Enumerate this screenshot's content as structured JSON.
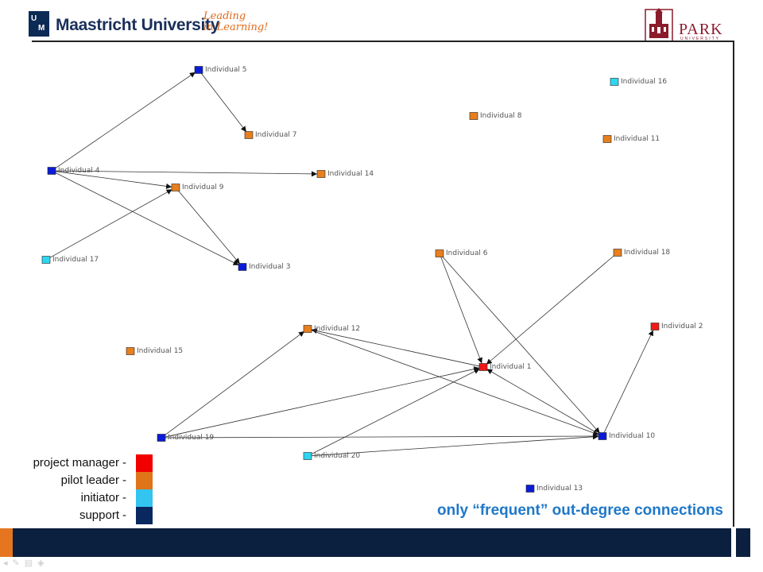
{
  "header": {
    "university_logo": {
      "mark_top": "U",
      "mark_bottom": "M",
      "name": "Maastricht University",
      "tagline": "Leading\nin Learning!"
    },
    "partner_logo": {
      "name": "PARK",
      "sub": "UNIVERSITY"
    }
  },
  "colors": {
    "project manager": "#f20000",
    "pilot leader": "#e07418",
    "initiator": "#33c4f0",
    "support": "#0a2860",
    "node_blue": "#0b1cd8",
    "node_orange": "#e87f1e",
    "node_cyan": "#2ed6f0",
    "node_red": "#f01818"
  },
  "chart_data": {
    "type": "network",
    "nodes": [
      {
        "id": "Individual 1",
        "role": "red"
      },
      {
        "id": "Individual 2",
        "role": "red"
      },
      {
        "id": "Individual 3",
        "role": "blue"
      },
      {
        "id": "Individual 4",
        "role": "blue"
      },
      {
        "id": "Individual 5",
        "role": "blue"
      },
      {
        "id": "Individual 6",
        "role": "orange"
      },
      {
        "id": "Individual 7",
        "role": "orange"
      },
      {
        "id": "Individual 8",
        "role": "orange"
      },
      {
        "id": "Individual 9",
        "role": "orange"
      },
      {
        "id": "Individual 10",
        "role": "blue"
      },
      {
        "id": "Individual 11",
        "role": "orange"
      },
      {
        "id": "Individual 12",
        "role": "orange"
      },
      {
        "id": "Individual 13",
        "role": "blue"
      },
      {
        "id": "Individual 14",
        "role": "orange"
      },
      {
        "id": "Individual 15",
        "role": "orange"
      },
      {
        "id": "Individual 16",
        "role": "cyan"
      },
      {
        "id": "Individual 17",
        "role": "cyan"
      },
      {
        "id": "Individual 18",
        "role": "orange"
      },
      {
        "id": "Individual 19",
        "role": "blue"
      },
      {
        "id": "Individual 20",
        "role": "cyan"
      }
    ],
    "edges": [
      {
        "from": "Individual 4",
        "to": "Individual 5"
      },
      {
        "from": "Individual 5",
        "to": "Individual 7"
      },
      {
        "from": "Individual 4",
        "to": "Individual 14"
      },
      {
        "from": "Individual 4",
        "to": "Individual 9"
      },
      {
        "from": "Individual 4",
        "to": "Individual 3"
      },
      {
        "from": "Individual 17",
        "to": "Individual 9"
      },
      {
        "from": "Individual 9",
        "to": "Individual 3"
      },
      {
        "from": "Individual 6",
        "to": "Individual 1"
      },
      {
        "from": "Individual 6",
        "to": "Individual 10"
      },
      {
        "from": "Individual 18",
        "to": "Individual 1"
      },
      {
        "from": "Individual 1",
        "to": "Individual 12"
      },
      {
        "from": "Individual 12",
        "to": "Individual 10"
      },
      {
        "from": "Individual 19",
        "to": "Individual 12"
      },
      {
        "from": "Individual 19",
        "to": "Individual 1"
      },
      {
        "from": "Individual 19",
        "to": "Individual 10"
      },
      {
        "from": "Individual 20",
        "to": "Individual 1"
      },
      {
        "from": "Individual 20",
        "to": "Individual 10"
      },
      {
        "from": "Individual 10",
        "to": "Individual 1"
      },
      {
        "from": "Individual 10",
        "to": "Individual 2"
      }
    ]
  },
  "legend": [
    {
      "label": "project manager",
      "dash": "-",
      "color_key": "project manager"
    },
    {
      "label": "pilot leader",
      "dash": "-",
      "color_key": "pilot leader"
    },
    {
      "label": "initiator",
      "dash": "-",
      "color_key": "initiator"
    },
    {
      "label": "support",
      "dash": "-",
      "color_key": "support"
    }
  ],
  "caption": "only “frequent” out-degree connections"
}
